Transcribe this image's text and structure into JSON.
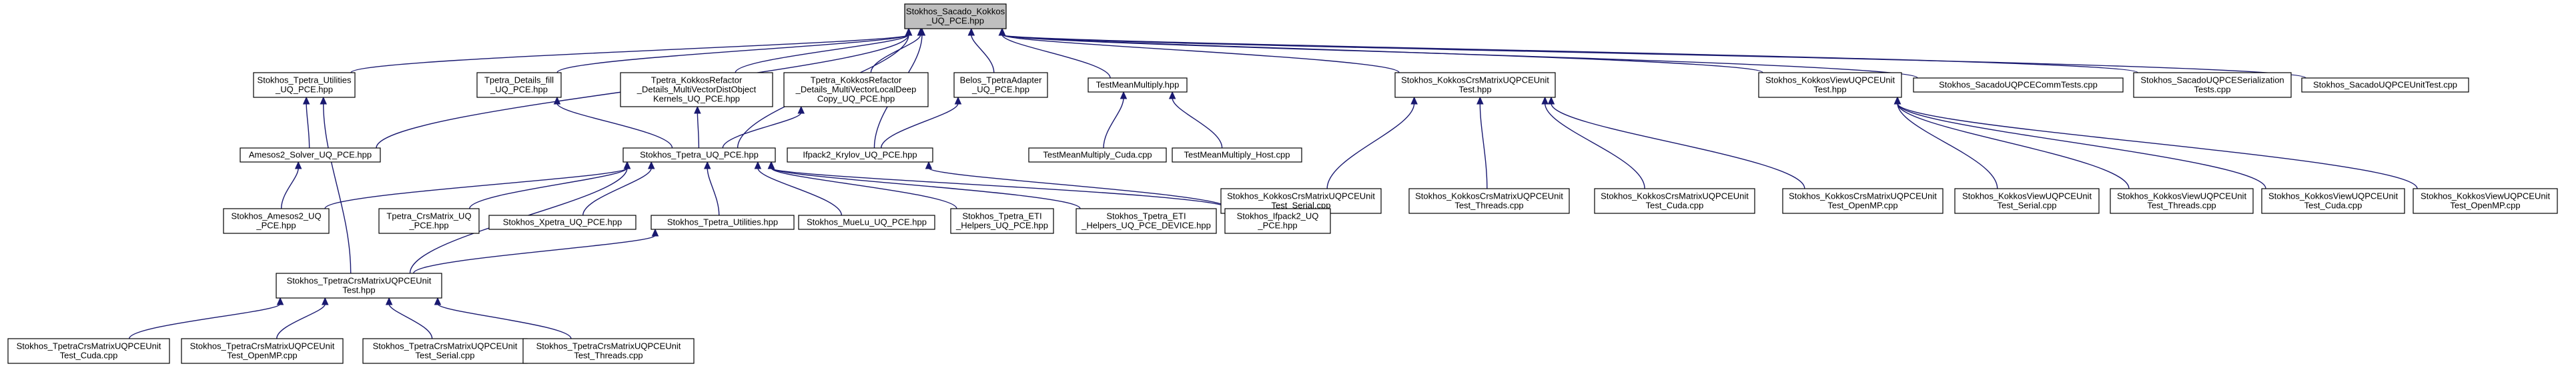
{
  "nodes": [
    {
      "id": "root",
      "lines": [
        "Stokhos_Sacado_Kokkos",
        "_UQ_PCE.hpp"
      ],
      "root": true
    },
    {
      "id": "tpetra_utilities_uq",
      "lines": [
        "Stokhos_Tpetra_Utilities",
        "_UQ_PCE.hpp"
      ]
    },
    {
      "id": "tpetra_details_fill",
      "lines": [
        "Tpetra_Details_fill",
        "_UQ_PCE.hpp"
      ]
    },
    {
      "id": "kokkosrefactor_dist",
      "lines": [
        "Tpetra_KokkosRefactor",
        "_Details_MultiVectorDistObject",
        "Kernels_UQ_PCE.hpp"
      ]
    },
    {
      "id": "kokkosrefactor_local",
      "lines": [
        "Tpetra_KokkosRefactor",
        "_Details_MultiVectorLocalDeep",
        "Copy_UQ_PCE.hpp"
      ]
    },
    {
      "id": "belos_adapter",
      "lines": [
        "Belos_TpetraAdapter",
        "_UQ_PCE.hpp"
      ]
    },
    {
      "id": "testmeanmultiply",
      "lines": [
        "TestMeanMultiply.hpp"
      ]
    },
    {
      "id": "kokkoscrs_unit",
      "lines": [
        "Stokhos_KokkosCrsMatrixUQPCEUnit",
        "Test.hpp"
      ]
    },
    {
      "id": "kokkosview_unit",
      "lines": [
        "Stokhos_KokkosViewUQPCEUnit",
        "Test.hpp"
      ]
    },
    {
      "id": "sacado_comm",
      "lines": [
        "Stokhos_SacadoUQPCECommTests.cpp"
      ]
    },
    {
      "id": "sacado_serial",
      "lines": [
        "Stokhos_SacadoUQPCESerialization",
        "Tests.cpp"
      ]
    },
    {
      "id": "sacado_unit",
      "lines": [
        "Stokhos_SacadoUQPCEUnitTest.cpp"
      ]
    },
    {
      "id": "amesos2_solver",
      "lines": [
        "Amesos2_Solver_UQ_PCE.hpp"
      ]
    },
    {
      "id": "tpetra_uq",
      "lines": [
        "Stokhos_Tpetra_UQ_PCE.hpp"
      ]
    },
    {
      "id": "ifpack2_krylov",
      "lines": [
        "Ifpack2_Krylov_UQ_PCE.hpp"
      ]
    },
    {
      "id": "tmm_cuda",
      "lines": [
        "TestMeanMultiply_Cuda.cpp"
      ]
    },
    {
      "id": "tmm_host",
      "lines": [
        "TestMeanMultiply_Host.cpp"
      ]
    },
    {
      "id": "kcrs_serial",
      "lines": [
        "Stokhos_KokkosCrsMatrixUQPCEUnit",
        "Test_Serial.cpp"
      ]
    },
    {
      "id": "kcrs_threads",
      "lines": [
        "Stokhos_KokkosCrsMatrixUQPCEUnit",
        "Test_Threads.cpp"
      ]
    },
    {
      "id": "kcrs_cuda",
      "lines": [
        "Stokhos_KokkosCrsMatrixUQPCEUnit",
        "Test_Cuda.cpp"
      ]
    },
    {
      "id": "kcrs_openmp",
      "lines": [
        "Stokhos_KokkosCrsMatrixUQPCEUnit",
        "Test_OpenMP.cpp"
      ]
    },
    {
      "id": "kview_serial",
      "lines": [
        "Stokhos_KokkosViewUQPCEUnit",
        "Test_Serial.cpp"
      ]
    },
    {
      "id": "kview_threads",
      "lines": [
        "Stokhos_KokkosViewUQPCEUnit",
        "Test_Threads.cpp"
      ]
    },
    {
      "id": "kview_cuda",
      "lines": [
        "Stokhos_KokkosViewUQPCEUnit",
        "Test_Cuda.cpp"
      ]
    },
    {
      "id": "kview_openmp",
      "lines": [
        "Stokhos_KokkosViewUQPCEUnit",
        "Test_OpenMP.cpp"
      ]
    },
    {
      "id": "amesos2_uq",
      "lines": [
        "Stokhos_Amesos2_UQ",
        "_PCE.hpp"
      ]
    },
    {
      "id": "tpetra_crsmatrix",
      "lines": [
        "Tpetra_CrsMatrix_UQ",
        "_PCE.hpp"
      ]
    },
    {
      "id": "xpetra_uq",
      "lines": [
        "Stokhos_Xpetra_UQ_PCE.hpp"
      ]
    },
    {
      "id": "tpetra_utilities",
      "lines": [
        "Stokhos_Tpetra_Utilities.hpp"
      ]
    },
    {
      "id": "muelu_uq",
      "lines": [
        "Stokhos_MueLu_UQ_PCE.hpp"
      ]
    },
    {
      "id": "eti_helpers",
      "lines": [
        "Stokhos_Tpetra_ETI",
        "_Helpers_UQ_PCE.hpp"
      ]
    },
    {
      "id": "eti_helpers_device",
      "lines": [
        "Stokhos_Tpetra_ETI",
        "_Helpers_UQ_PCE_DEVICE.hpp"
      ]
    },
    {
      "id": "ifpack2_uq",
      "lines": [
        "Stokhos_Ifpack2_UQ",
        "_PCE.hpp"
      ]
    },
    {
      "id": "tpetracrs_unit",
      "lines": [
        "Stokhos_TpetraCrsMatrixUQPCEUnit",
        "Test.hpp"
      ]
    },
    {
      "id": "tcrs_cuda",
      "lines": [
        "Stokhos_TpetraCrsMatrixUQPCEUnit",
        "Test_Cuda.cpp"
      ]
    },
    {
      "id": "tcrs_openmp",
      "lines": [
        "Stokhos_TpetraCrsMatrixUQPCEUnit",
        "Test_OpenMP.cpp"
      ]
    },
    {
      "id": "tcrs_serial",
      "lines": [
        "Stokhos_TpetraCrsMatrixUQPCEUnit",
        "Test_Serial.cpp"
      ]
    },
    {
      "id": "tcrs_threads",
      "lines": [
        "Stokhos_TpetraCrsMatrixUQPCEUnit",
        "Test_Threads.cpp"
      ]
    }
  ],
  "edges": [
    [
      "tpetra_utilities_uq",
      "root"
    ],
    [
      "tpetra_details_fill",
      "root"
    ],
    [
      "kokkosrefactor_dist",
      "root"
    ],
    [
      "kokkosrefactor_local",
      "root"
    ],
    [
      "belos_adapter",
      "root"
    ],
    [
      "testmeanmultiply",
      "root"
    ],
    [
      "kokkoscrs_unit",
      "root"
    ],
    [
      "kokkosview_unit",
      "root"
    ],
    [
      "sacado_comm",
      "root"
    ],
    [
      "sacado_serial",
      "root"
    ],
    [
      "sacado_unit",
      "root"
    ],
    [
      "amesos2_solver",
      "root"
    ],
    [
      "tpetra_uq",
      "root"
    ],
    [
      "ifpack2_krylov",
      "root"
    ],
    [
      "amesos2_solver",
      "tpetra_utilities_uq"
    ],
    [
      "tpetracrs_unit",
      "tpetra_utilities_uq"
    ],
    [
      "tpetra_uq",
      "tpetra_details_fill"
    ],
    [
      "tpetra_uq",
      "kokkosrefactor_dist"
    ],
    [
      "tpetra_uq",
      "kokkosrefactor_local"
    ],
    [
      "ifpack2_krylov",
      "belos_adapter"
    ],
    [
      "tmm_cuda",
      "testmeanmultiply"
    ],
    [
      "tmm_host",
      "testmeanmultiply"
    ],
    [
      "kcrs_serial",
      "kokkoscrs_unit"
    ],
    [
      "kcrs_threads",
      "kokkoscrs_unit"
    ],
    [
      "kcrs_cuda",
      "kokkoscrs_unit"
    ],
    [
      "kcrs_openmp",
      "kokkoscrs_unit"
    ],
    [
      "kview_serial",
      "kokkosview_unit"
    ],
    [
      "kview_threads",
      "kokkosview_unit"
    ],
    [
      "kview_cuda",
      "kokkosview_unit"
    ],
    [
      "kview_openmp",
      "kokkosview_unit"
    ],
    [
      "amesos2_uq",
      "amesos2_solver"
    ],
    [
      "amesos2_uq",
      "tpetra_uq"
    ],
    [
      "tpetra_crsmatrix",
      "tpetra_uq"
    ],
    [
      "xpetra_uq",
      "tpetra_uq"
    ],
    [
      "tpetra_utilities",
      "tpetra_uq"
    ],
    [
      "muelu_uq",
      "tpetra_uq"
    ],
    [
      "eti_helpers",
      "tpetra_uq"
    ],
    [
      "eti_helpers_device",
      "tpetra_uq"
    ],
    [
      "ifpack2_uq",
      "tpetra_uq"
    ],
    [
      "tpetracrs_unit",
      "tpetra_uq"
    ],
    [
      "ifpack2_uq",
      "ifpack2_krylov"
    ],
    [
      "tpetracrs_unit",
      "tpetra_utilities"
    ],
    [
      "tcrs_cuda",
      "tpetracrs_unit"
    ],
    [
      "tcrs_openmp",
      "tpetracrs_unit"
    ],
    [
      "tcrs_serial",
      "tpetracrs_unit"
    ],
    [
      "tcrs_threads",
      "tpetracrs_unit"
    ]
  ],
  "colors": {
    "edge": "#191970",
    "root_fill": "#bfbfbf",
    "node_fill": "#ffffff",
    "border": "#000000"
  }
}
